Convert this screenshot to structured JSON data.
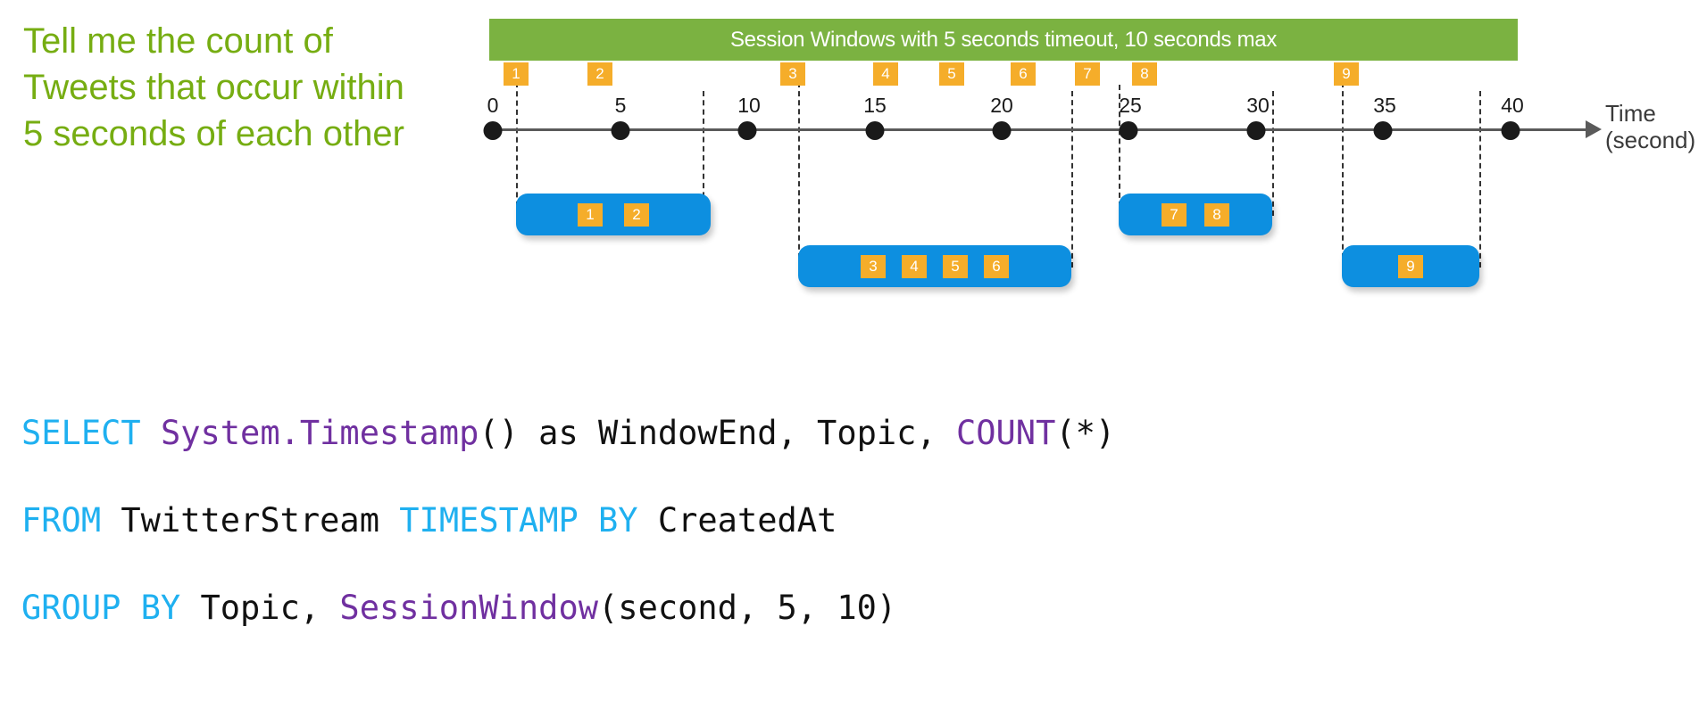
{
  "prompt": {
    "text": "Tell me the count of Tweets that occur within 5 seconds of each other",
    "color": "#76AD12"
  },
  "banner": {
    "label": "Session Windows with 5 seconds timeout, 10 seconds max",
    "bg_color": "#7BB241",
    "text_color": "#FFFFFF"
  },
  "axis": {
    "caption_line1": "Time",
    "caption_line2": "(second)",
    "ticks": [
      "0",
      "5",
      "10",
      "15",
      "20",
      "25",
      "30",
      "35",
      "40"
    ],
    "unit": "second",
    "line_color": "#5A5A5A",
    "dot_color": "#1A1A1A"
  },
  "events": {
    "badge_color": "#F5AD2A",
    "badge_text_color": "#FFFFFF",
    "labels": [
      "1",
      "2",
      "3",
      "4",
      "5",
      "6",
      "7",
      "8",
      "9"
    ]
  },
  "windows": {
    "box_color": "#0D8FE0",
    "items": [
      {
        "name": "session-window-1",
        "events": [
          "1",
          "2"
        ]
      },
      {
        "name": "session-window-2",
        "events": [
          "3",
          "4",
          "5",
          "6"
        ]
      },
      {
        "name": "session-window-3",
        "events": [
          "7",
          "8"
        ]
      },
      {
        "name": "session-window-4",
        "events": [
          "9"
        ]
      }
    ]
  },
  "sql": {
    "keyword_color": "#1FB0F0",
    "function_color": "#7030A0",
    "plain_color": "#111111",
    "line1": {
      "t1": "SELECT ",
      "t2": "System.Timestamp",
      "t3": "() as WindowEnd, Topic, ",
      "t4": "COUNT",
      "t5": "(*)"
    },
    "line2": {
      "t1": "FROM ",
      "t2": "TwitterStream ",
      "t3": "TIMESTAMP BY ",
      "t4": "CreatedAt"
    },
    "line3": {
      "t1": "GROUP BY ",
      "t2": "Topic, ",
      "t3": "SessionWindow",
      "t4": "(second, 5, 10)"
    }
  }
}
